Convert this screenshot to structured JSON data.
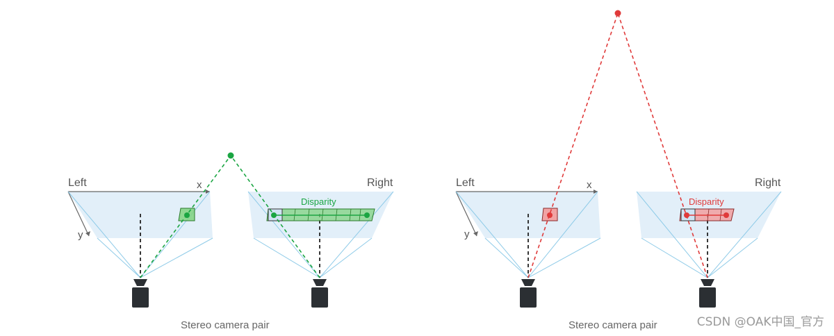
{
  "panels": [
    {
      "left_label": "Left",
      "right_label": "Right",
      "x_axis": "x",
      "y_axis": "y",
      "disparity_label": "Disparity",
      "caption": "Stereo camera pair",
      "accent": "#1aa542",
      "accent_fill": "#7fd27f"
    },
    {
      "left_label": "Left",
      "right_label": "Right",
      "x_axis": "x",
      "y_axis": "y",
      "disparity_label": "Disparity",
      "caption": "Stereo camera pair",
      "accent": "#e03a3a",
      "accent_fill": "#f39a9a"
    }
  ],
  "colors": {
    "frustum": "#e2eff9",
    "frustum_line": "#8fcbe8",
    "camera": "#2b2f33",
    "axis": "#666666"
  },
  "watermark": "CSDN @OAK中国_官方"
}
